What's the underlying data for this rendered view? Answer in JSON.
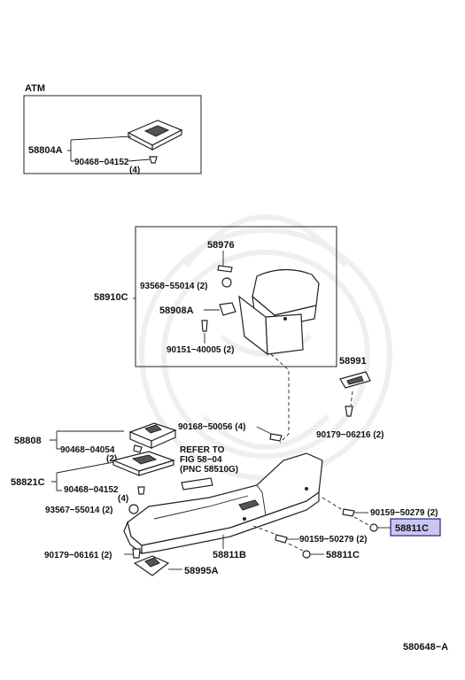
{
  "atm": {
    "title": "ATM",
    "part_58804A": "58804A",
    "part_90468_04152": "90468−04152",
    "qty_4": "(4)"
  },
  "upper_box": {
    "p_58976": "58976",
    "p_93568_55014": "93568−55014 (2)",
    "p_58910C": "58910C",
    "p_58908A": "58908A",
    "p_90151_40005": "90151−40005 (2)"
  },
  "right_parts": {
    "p_58991": "58991",
    "p_90179_06216": "90179−06216 (2)"
  },
  "center": {
    "p_90168_50056": "90168−50056 (4)",
    "refer_line1": "REFER TO",
    "refer_line2": "FIG 58−04",
    "refer_line3": "(PNC 58510G)"
  },
  "left_parts": {
    "p_58808": "58808",
    "p_90468_04054": "90468−04054",
    "qty_2": "(2)",
    "p_58821C": "58821C",
    "p_90468_04152": "90468−04152",
    "qty_4": "(4)",
    "p_93567_55014": "93567−55014 (2)",
    "p_90179_06161": "90179−06161 (2)"
  },
  "bottom_parts": {
    "p_58995A": "58995A",
    "p_58811B": "58811B",
    "p_90159_50279_a": "90159−50279 (2)",
    "p_90159_50279_b": "90159−50279 (2)",
    "p_58811C": "58811C",
    "p_58811C_highlight": "58811C"
  },
  "footer": {
    "diagram_code": "580648−A"
  },
  "colors": {
    "highlight_fill": "#c9c6f2",
    "highlight_border": "#26257a",
    "line": "#222222"
  }
}
